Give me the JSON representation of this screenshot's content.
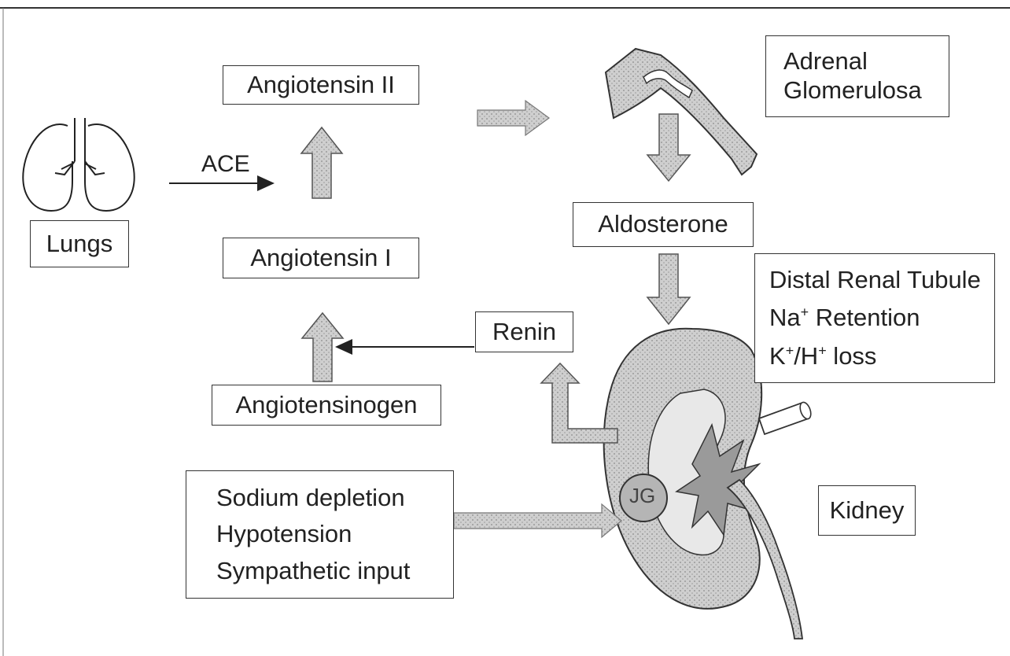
{
  "labels": {
    "angiotensin_ii": "Angiotensin II",
    "angiotensin_i": "Angiotensin I",
    "angiotensinogen": "Angiotensinogen",
    "renin": "Renin",
    "lungs": "Lungs",
    "ace": "ACE",
    "aldosterone": "Aldosterone",
    "kidney": "Kidney",
    "jg": "JG",
    "adrenal": [
      "Adrenal",
      "Glomerulosa"
    ],
    "stimuli": [
      "Sodium depletion",
      "Hypotension",
      "Sympathetic input"
    ],
    "tubule": {
      "line1": "Distal Renal Tubule",
      "na_sym": "Na",
      "na_sup": "+",
      "na_rest": " Retention",
      "k_sym": "K",
      "k_sup": "+",
      "slash_h": "/H",
      "h_sup": "+",
      "loss": " loss"
    }
  },
  "colors": {
    "arrow_fill": "#b9b9b9",
    "kidney_fill": "#c9c9c9",
    "line": "#333333"
  }
}
